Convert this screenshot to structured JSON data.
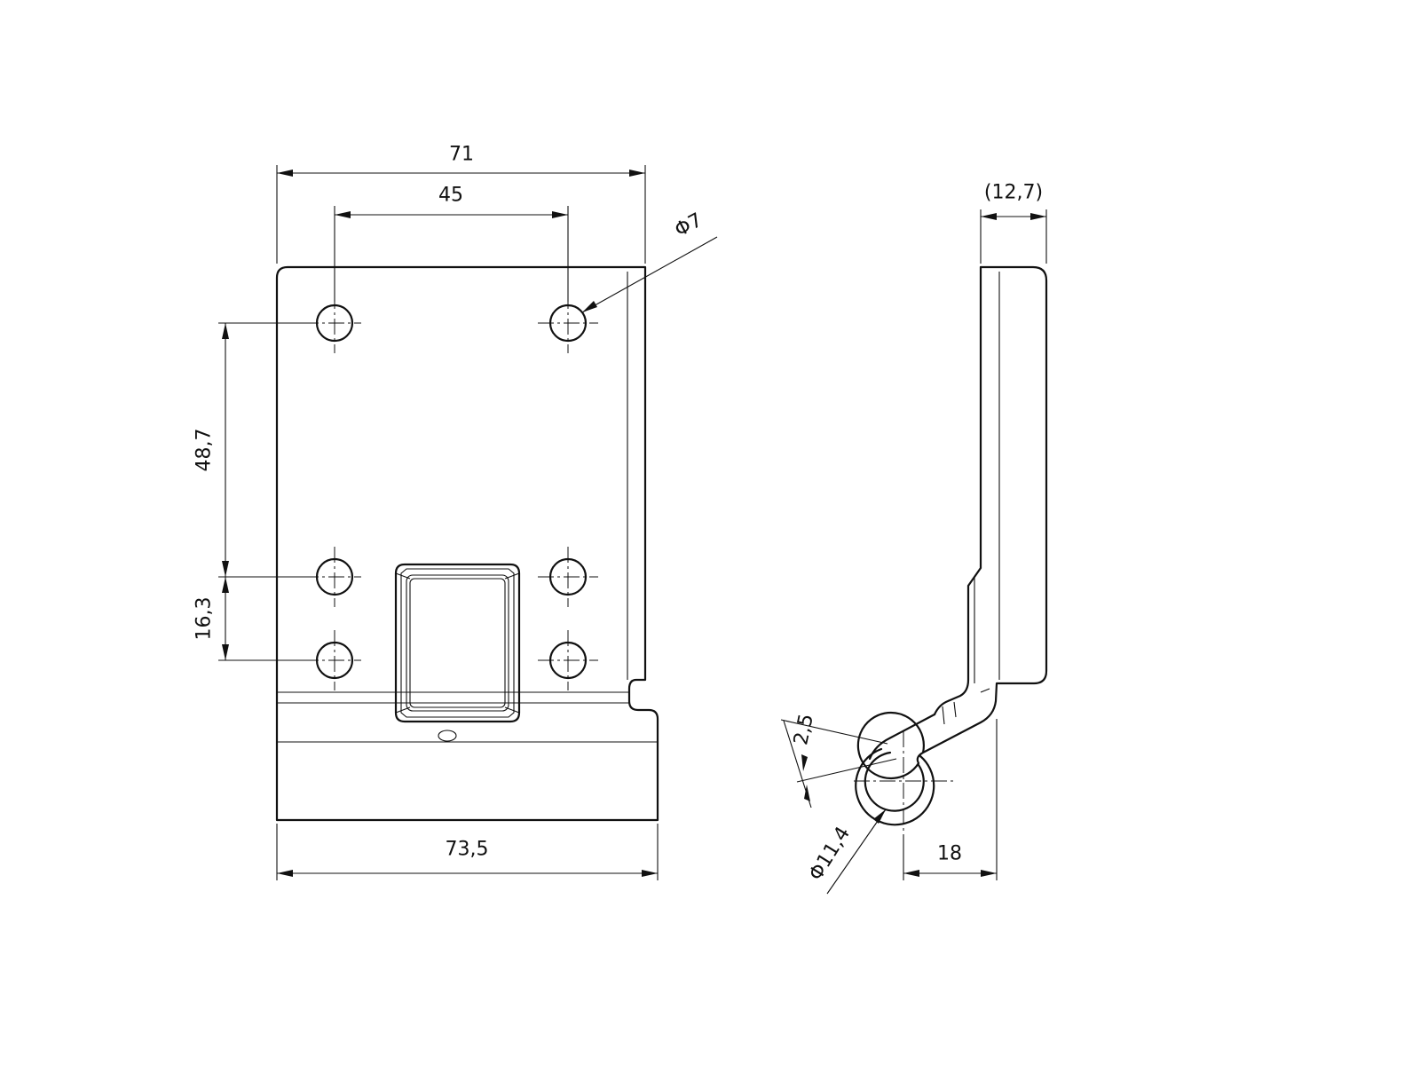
{
  "drawing": {
    "front_view": {
      "dimensions": {
        "overall_width_top": "71",
        "hole_spacing_horizontal": "45",
        "hole_diameter": "Φ7",
        "hole_spacing_vertical_upper": "48,7",
        "hole_spacing_vertical_lower": "16,3",
        "overall_width_bottom": "73,5"
      }
    },
    "side_view": {
      "dimensions": {
        "thickness_reference": "(12,7)",
        "material_thickness": "2,5",
        "eye_diameter": "Φ11,4",
        "eye_offset": "18"
      }
    }
  }
}
